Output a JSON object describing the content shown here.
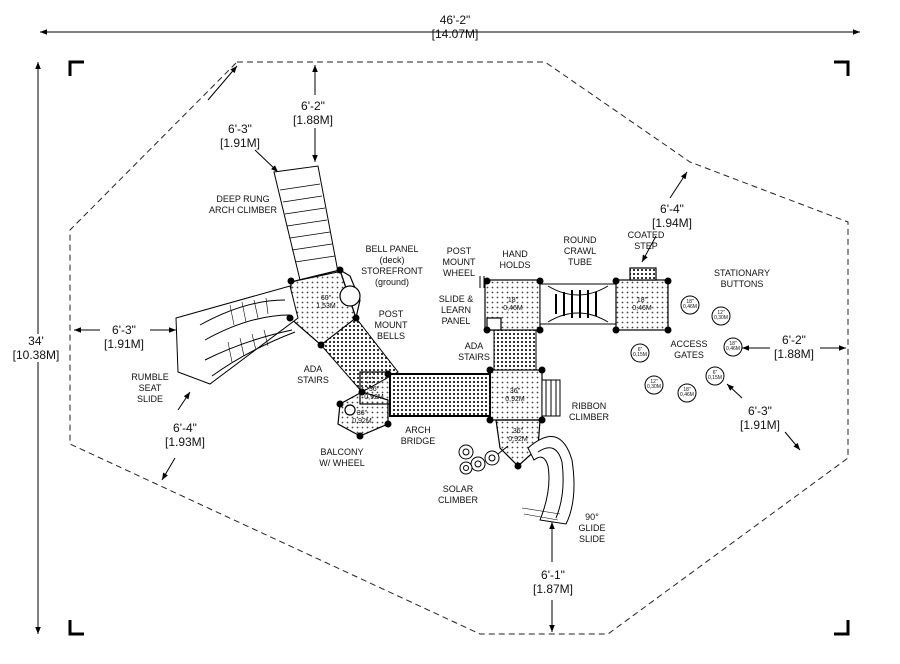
{
  "dimensions": {
    "overall_width": {
      "ft": "46'-2\"",
      "m": "[14.07M]"
    },
    "overall_height": {
      "ft": "34'",
      "m": "[10.38M]"
    },
    "top_center": {
      "ft": "6'-2\"",
      "m": "[1.88M]"
    },
    "top_left": {
      "ft": "6'-3\"",
      "m": "[1.91M]"
    },
    "top_right": {
      "ft": "6'-4\"",
      "m": "[1.94M]"
    },
    "left": {
      "ft": "6'-3\"",
      "m": "[1.91M]"
    },
    "lower_left": {
      "ft": "6'-4\"",
      "m": "[1.93M]"
    },
    "right": {
      "ft": "6'-2\"",
      "m": "[1.88M]"
    },
    "lower_right": {
      "ft": "6'-3\"",
      "m": "[1.91M]"
    },
    "bottom": {
      "ft": "6'-1\"",
      "m": "[1.87M]"
    }
  },
  "labels": {
    "deep_rung_arch_climber": [
      "DEEP RUNG",
      "ARCH CLIMBER"
    ],
    "bell_panel": [
      "BELL PANEL",
      "(deck)",
      "STOREFRONT",
      "(ground)"
    ],
    "post_mount_wheel": [
      "POST",
      "MOUNT",
      "WHEEL"
    ],
    "hand_holds": [
      "HAND",
      "HOLDS"
    ],
    "round_crawl_tube": [
      "ROUND",
      "CRAWL",
      "TUBE"
    ],
    "coated_step": [
      "COATED",
      "STEP"
    ],
    "stationary_buttons": [
      "STATIONARY",
      "BUTTONS"
    ],
    "slide_learn_panel": [
      "SLIDE &",
      "LEARN",
      "PANEL"
    ],
    "post_mount_bells": [
      "POST",
      "MOUNT",
      "BELLS"
    ],
    "ada_stairs_right": [
      "ADA",
      "STAIRS"
    ],
    "ada_stairs_left": [
      "ADA",
      "STAIRS"
    ],
    "access_gates": [
      "ACCESS",
      "GATES"
    ],
    "rumble_seat_slide": [
      "RUMBLE",
      "SEAT",
      "SLIDE"
    ],
    "ribbon_climber": [
      "RIBBON",
      "CLIMBER"
    ],
    "balcony_wheel": [
      "BALCONY",
      "W/ WHEEL"
    ],
    "arch_bridge": [
      "ARCH",
      "BRIDGE"
    ],
    "solar_climber": [
      "SOLAR",
      "CLIMBER"
    ],
    "glide_slide": [
      "90°",
      "GLIDE",
      "SLIDE"
    ]
  },
  "decks": {
    "deck_60": [
      "60\"",
      "1,53M"
    ],
    "deck_36_bridge": [
      "36\"",
      "0,92M"
    ],
    "deck_36_balcony": [
      "36\"",
      "0,92M"
    ],
    "deck_18_left": [
      "18\"",
      "0,46M"
    ],
    "deck_18_right": [
      "18\"",
      "0,46M"
    ],
    "deck_36_center": [
      "36\"",
      "0,92M"
    ],
    "deck_36_lower": [
      "36\"",
      "0,92M"
    ]
  },
  "buttons": [
    [
      "18\"",
      "0,46M"
    ],
    [
      "12\"",
      "0,30M"
    ],
    [
      "18\"",
      "0,46M"
    ],
    [
      "6\"",
      "0,15M"
    ],
    [
      "12\"",
      "0,30M"
    ],
    [
      "18\"",
      "0,46M"
    ],
    [
      "6\"",
      "0,15M"
    ]
  ]
}
